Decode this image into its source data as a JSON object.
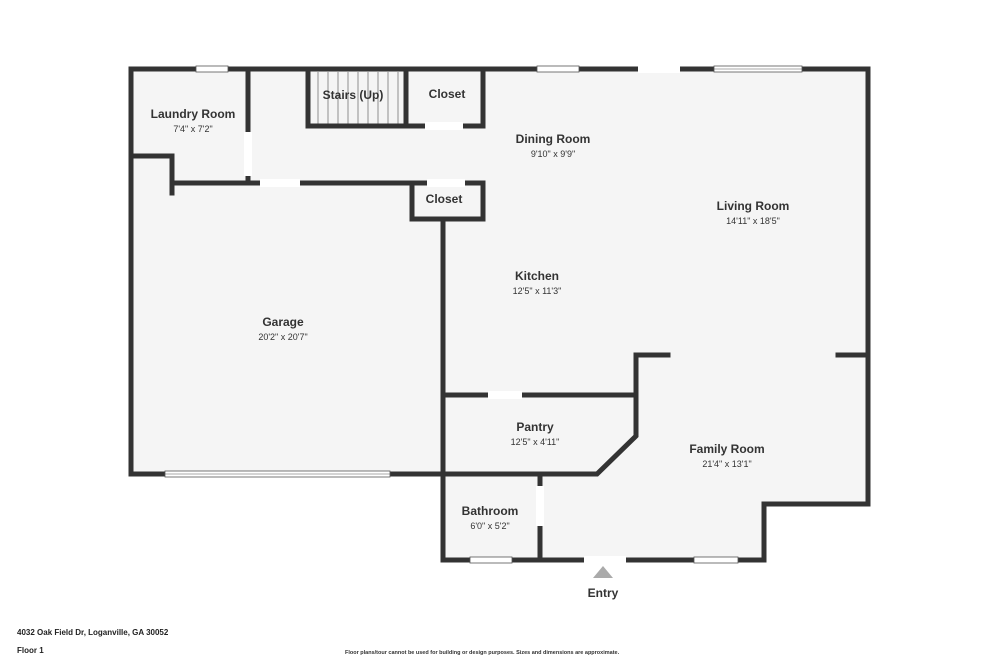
{
  "address": "4032 Oak Field Dr, Loganville, GA 30052",
  "floor": "Floor 1",
  "disclaimer": "Floor plans/tour cannot be used for building or design purposes. Sizes and dimensions are approximate.",
  "entry": "Entry",
  "rooms": {
    "laundry": {
      "name": "Laundry Room",
      "dim": "7'4\" x 7'2\""
    },
    "stairs": {
      "name": "Stairs (Up)"
    },
    "closet_top": {
      "name": "Closet"
    },
    "dining": {
      "name": "Dining Room",
      "dim": "9'10\" x 9'9\""
    },
    "closet_mid": {
      "name": "Closet"
    },
    "living": {
      "name": "Living Room",
      "dim": "14'11\" x 18'5\""
    },
    "kitchen": {
      "name": "Kitchen",
      "dim": "12'5\" x 11'3\""
    },
    "garage": {
      "name": "Garage",
      "dim": "20'2\" x 20'7\""
    },
    "pantry": {
      "name": "Pantry",
      "dim": "12'5\" x 4'11\""
    },
    "family": {
      "name": "Family Room",
      "dim": "21'4\" x 13'1\""
    },
    "bathroom": {
      "name": "Bathroom",
      "dim": "6'0\" x 5'2\""
    }
  },
  "colors": {
    "wall": "#333333",
    "floor": "#f5f5f5",
    "entry_marker": "#aaaaaa"
  }
}
